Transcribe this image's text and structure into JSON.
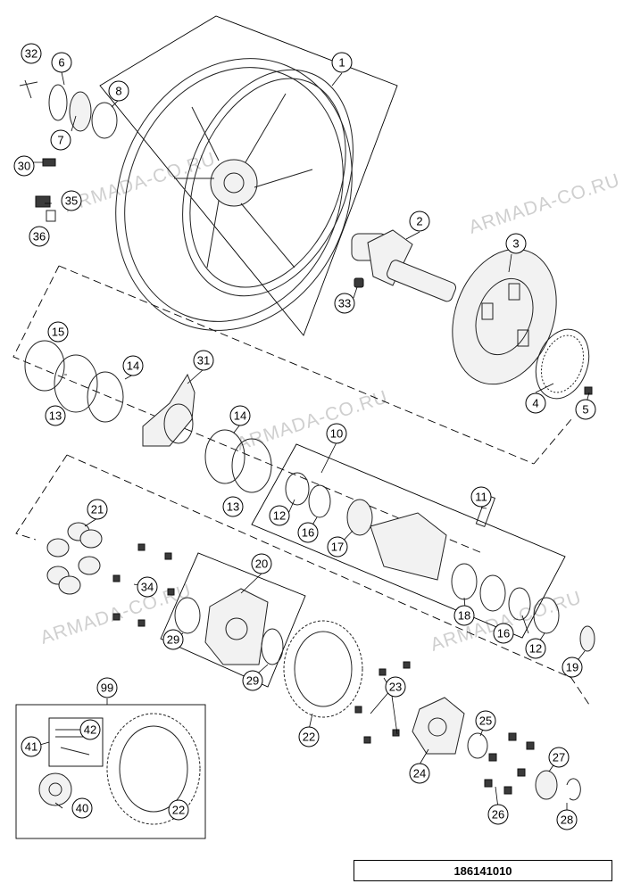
{
  "watermark": "ARMADA-CO.RU",
  "drawing_code": "186141010",
  "callouts": [
    "1",
    "2",
    "3",
    "4",
    "5",
    "6",
    "7",
    "8",
    "10",
    "11",
    "12",
    "12",
    "13",
    "13",
    "14",
    "14",
    "15",
    "16",
    "16",
    "17",
    "18",
    "19",
    "20",
    "21",
    "22",
    "22",
    "23",
    "24",
    "25",
    "26",
    "27",
    "28",
    "29",
    "29",
    "30",
    "31",
    "32",
    "33",
    "34",
    "35",
    "36",
    "40",
    "41",
    "42",
    "99"
  ]
}
